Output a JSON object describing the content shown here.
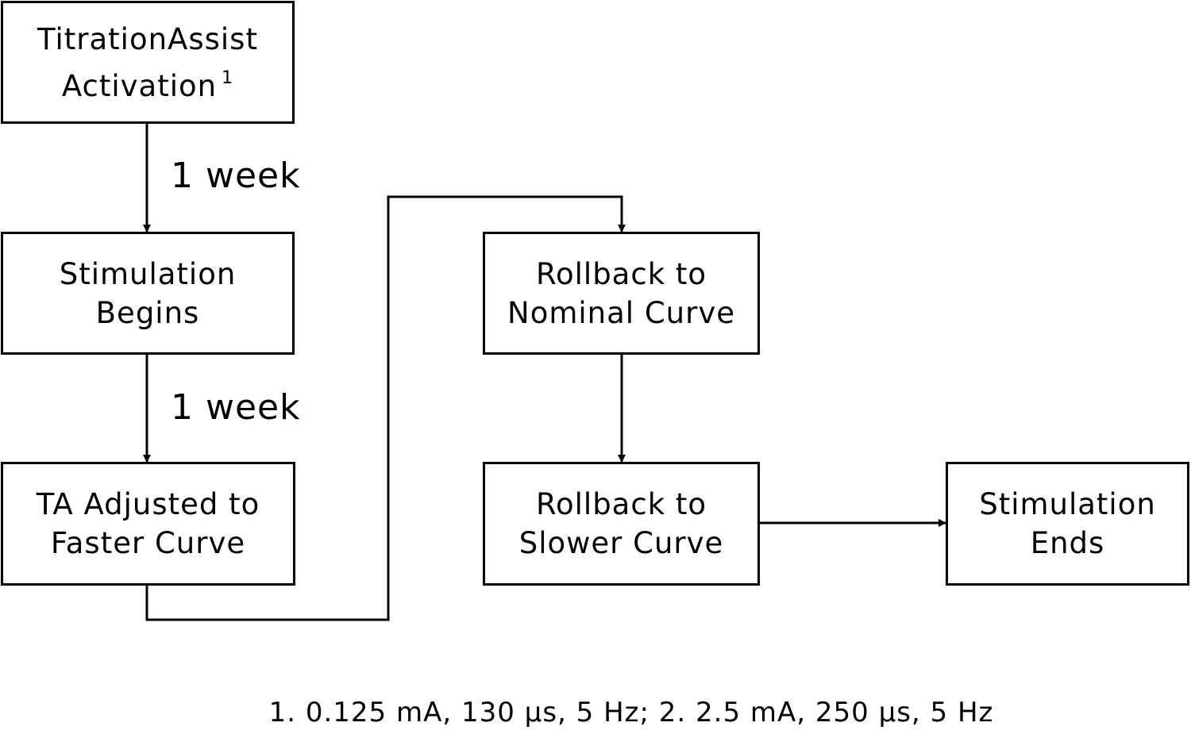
{
  "nodes": {
    "titration_activation": {
      "line1": "TitrationAssist",
      "line2": "Activation",
      "sup": "1"
    },
    "stimulation_begins": {
      "line1": "Stimulation",
      "line2": "Begins"
    },
    "ta_adjusted": {
      "line1": "TA Adjusted to",
      "line2": "Faster Curve"
    },
    "rollback_nominal": {
      "line1": "Rollback to",
      "line2": "Nominal Curve"
    },
    "rollback_slower": {
      "line1": "Rollback to",
      "line2": "Slower Curve"
    },
    "stimulation_ends": {
      "line1": "Stimulation",
      "line2": "Ends"
    }
  },
  "edge_labels": {
    "activation_to_begins": "1 week",
    "begins_to_adjusted": "1 week"
  },
  "footnote": "1. 0.125 mA, 130 μs, 5 Hz; 2. 2.5 mA, 250 μs, 5 Hz"
}
